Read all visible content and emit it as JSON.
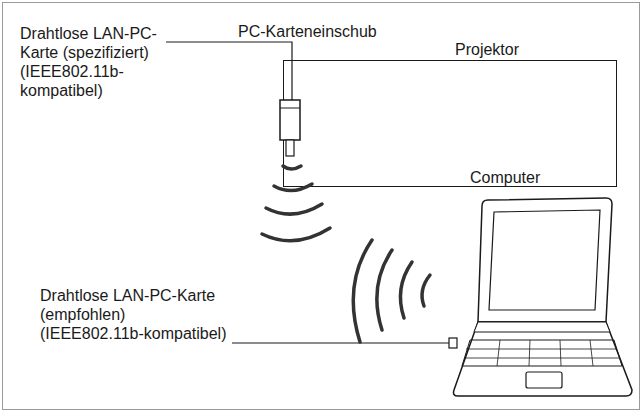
{
  "diagram": {
    "nodes": [
      {
        "text": [
          "Projektor"
        ]
      }
    ],
    "labels": [
      "PC-Karteneinschub",
      "Drahtlose LAN-PC- Karte (spezifiziert) (IEEE802.11b- kompatibel)",
      "Computer",
      "Drahtlose LAN-PC-Karte (empfohlen) (IEEE802.11b-kompatibel)"
    ]
  }
}
